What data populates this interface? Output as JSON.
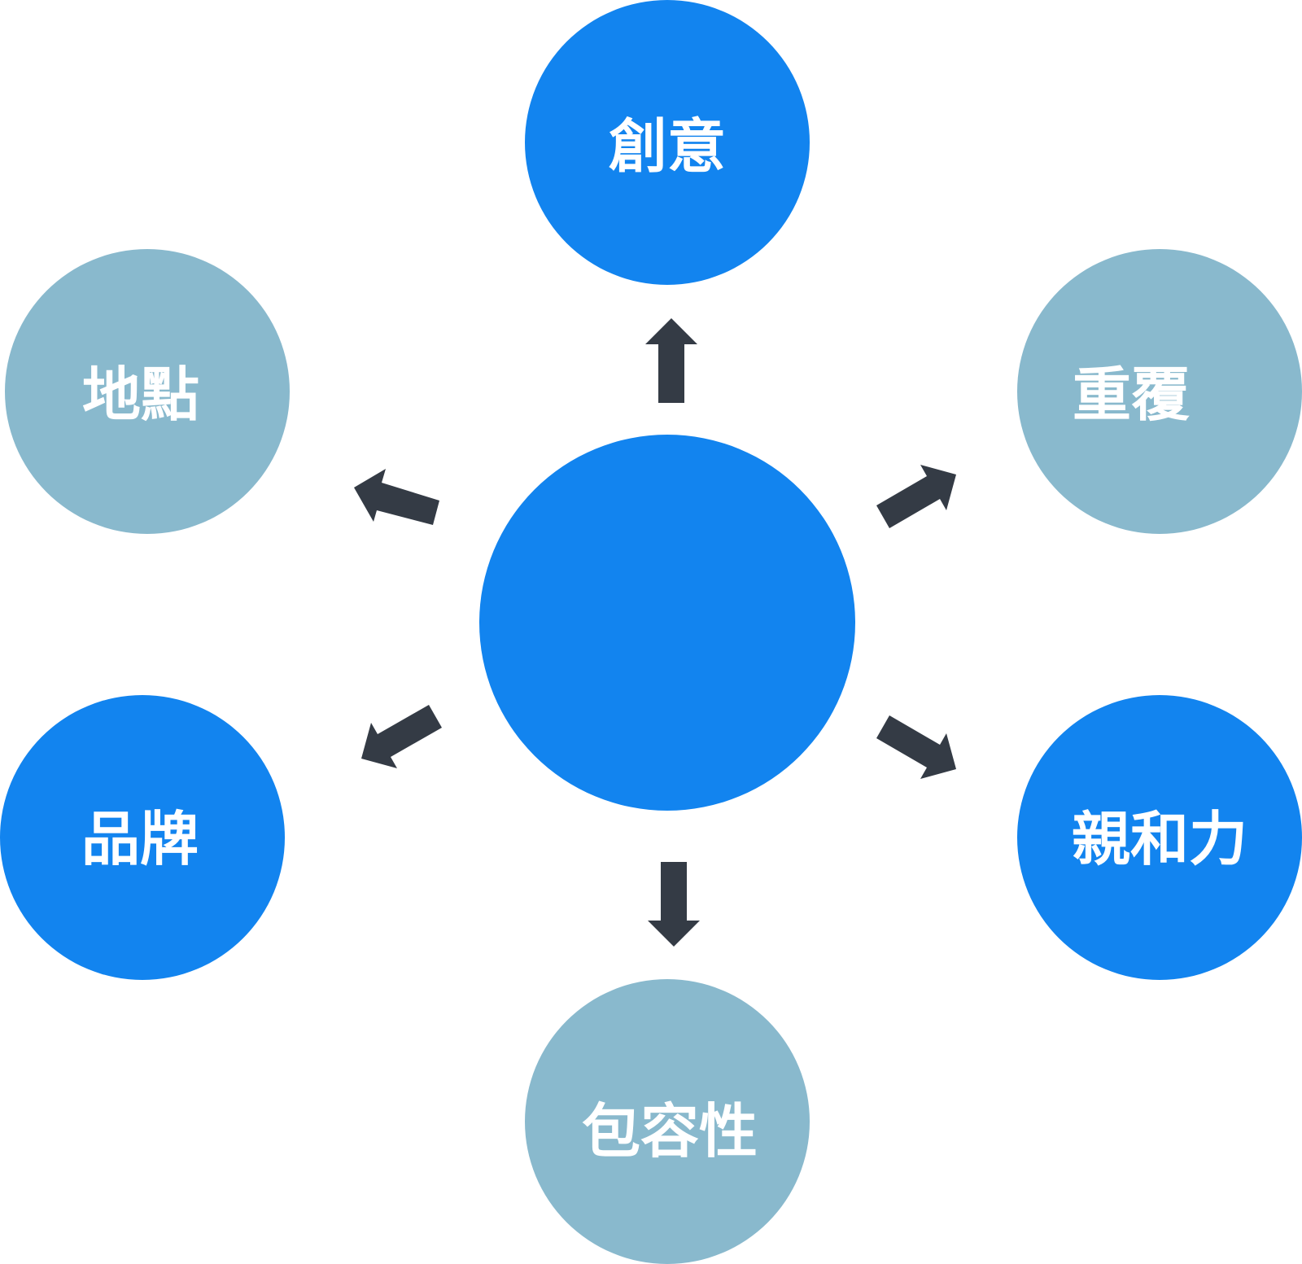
{
  "colors": {
    "primary_blue": "#1284ef",
    "muted_blue": "#89b9cd",
    "arrow": "#343b45",
    "label_text": "#ffffff",
    "background": "#ffffff"
  },
  "diagram": {
    "center_label": "",
    "nodes": [
      {
        "label": "創意",
        "color_role": "primary"
      },
      {
        "label": "重覆",
        "color_role": "muted"
      },
      {
        "label": "親和力",
        "color_role": "primary"
      },
      {
        "label": "包容性",
        "color_role": "muted"
      },
      {
        "label": "品牌",
        "color_role": "primary"
      },
      {
        "label": "地點",
        "color_role": "muted"
      }
    ]
  }
}
